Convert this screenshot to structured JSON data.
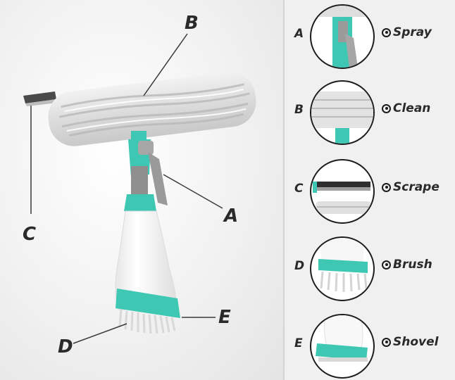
{
  "callouts": {
    "a": "A",
    "b": "B",
    "c": "C",
    "d": "D",
    "e": "E"
  },
  "features": [
    {
      "letter": "A",
      "label": "Spray",
      "icon": "radio-dot-icon"
    },
    {
      "letter": "B",
      "label": "Clean",
      "icon": "radio-dot-icon"
    },
    {
      "letter": "C",
      "label": "Scrape",
      "icon": "radio-dot-icon"
    },
    {
      "letter": "D",
      "label": "Brush",
      "icon": "radio-dot-icon"
    },
    {
      "letter": "E",
      "label": "Shovel",
      "icon": "radio-dot-icon"
    }
  ],
  "colors": {
    "teal": "#3ec8b4",
    "gray_part": "#9a9a9a",
    "pad": "#e4e4e4",
    "bottle": "#f7f7f7",
    "text": "#2a2a2a"
  }
}
